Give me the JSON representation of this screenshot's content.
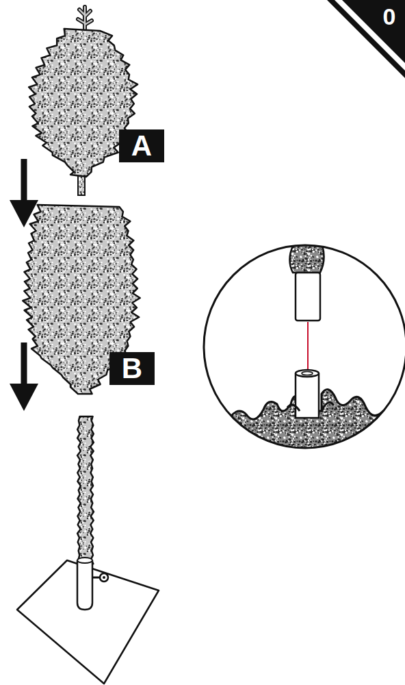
{
  "diagram": {
    "labels": [
      "0",
      "A",
      "B"
    ]
  }
}
